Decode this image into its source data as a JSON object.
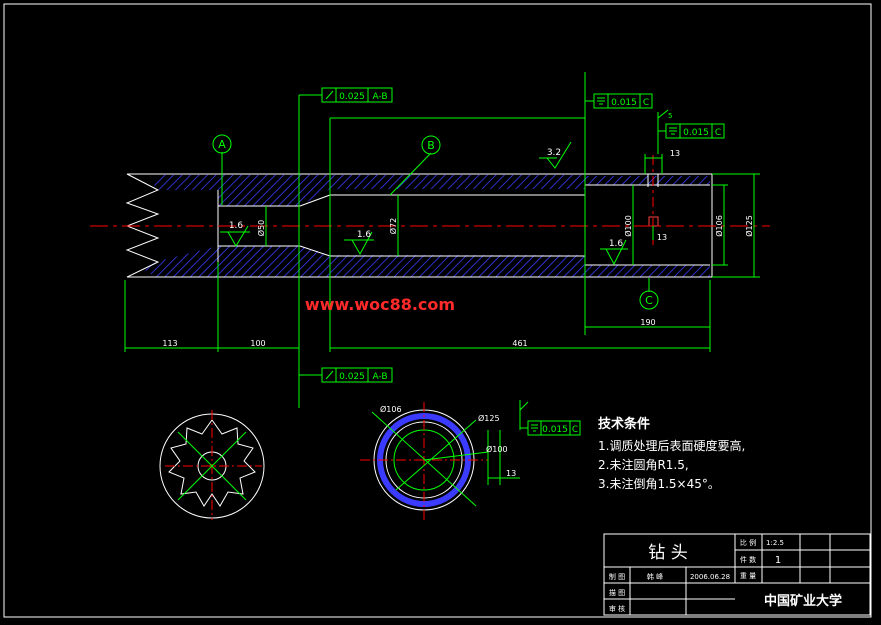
{
  "colors": {
    "background": "#000000",
    "border": "#ffffff",
    "outline": "#ffffff",
    "dimension": "#00ff00",
    "centerline": "#ff0000",
    "hatch": "#3b3bff",
    "tolerance": "#00ff00",
    "watermark": "#ff2a2a",
    "text": "#ffffff"
  },
  "callouts": {
    "a": "A",
    "b": "B",
    "c": "C"
  },
  "tolerance_frames": {
    "top_left": {
      "value": "0.025",
      "datum": "A-B"
    },
    "bottom_left": {
      "value": "0.025",
      "datum": "A-B"
    },
    "top_right_1": {
      "value": "0.015",
      "datum": "C"
    },
    "top_right_2": {
      "value": "0.015",
      "datum": "C"
    },
    "section_right": {
      "value": "0.015",
      "datum": "C"
    }
  },
  "surface_finish": {
    "s1": "3.2",
    "s2": "1.6",
    "s3": "1.6",
    "s4": "1.6"
  },
  "diameters": {
    "d50": "Ø50",
    "d72": "Ø72",
    "d100": "Ø100",
    "d106": "Ø106",
    "d125": "Ø125",
    "sec_d106": "Ø106",
    "sec_d125": "Ø125",
    "sec_d100": "Ø100"
  },
  "lengths": {
    "l113": "113",
    "l100": "100",
    "l461": "461",
    "l190": "190",
    "l13": "13",
    "l13b": "13",
    "sec_13": "13",
    "l5": "5"
  },
  "watermark": "www.woc88.com",
  "technical_requirements": {
    "title": "技术条件",
    "items": [
      "1.调质处理后表面硬度要高,",
      "2.未注圆角R1.5,",
      "3.未注倒角1.5×45°。"
    ]
  },
  "title_block": {
    "part_name": "钻 头",
    "scale_label": "比 例",
    "scale_value": "1:2.5",
    "qty_label": "件 数",
    "qty_value": "1",
    "weight_label": "重 量",
    "drawn_label": "制 图",
    "drawn_by": "韩 峰",
    "date": "2006.06.28",
    "draft_label": "描 图",
    "check_label": "审 核",
    "school": "中国矿业大学"
  }
}
